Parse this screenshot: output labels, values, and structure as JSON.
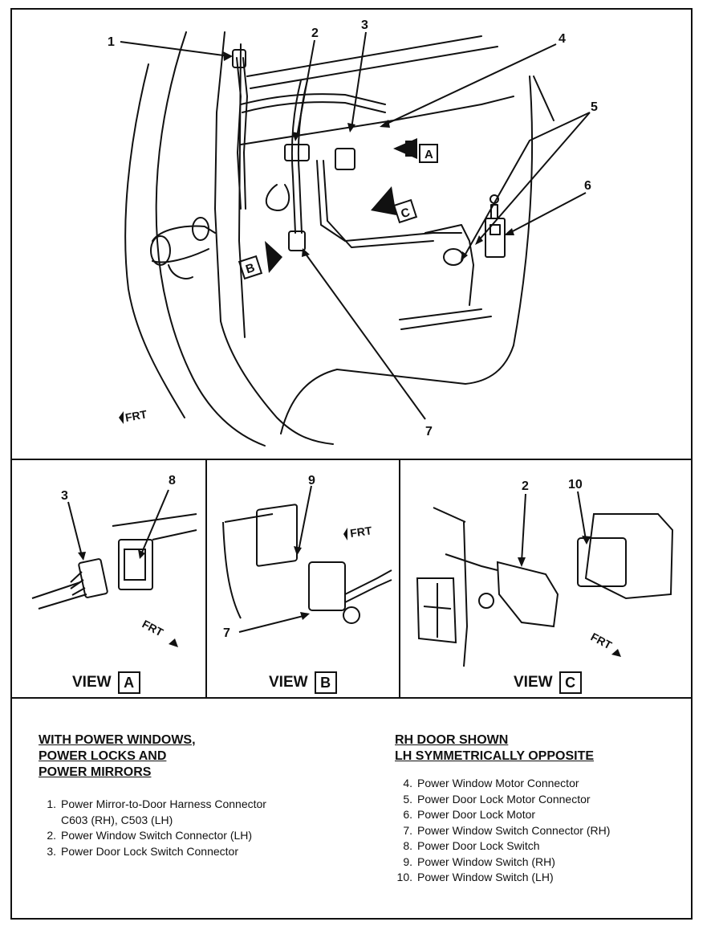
{
  "callouts": {
    "c1": "1",
    "c2": "2",
    "c3": "3",
    "c4": "4",
    "c5": "5",
    "c6": "6",
    "c7": "7",
    "c8": "8",
    "c9": "9",
    "c10": "10"
  },
  "view_markers": {
    "a": "A",
    "b": "B",
    "c": "C"
  },
  "frt": "FRT",
  "views": [
    {
      "word": "VIEW",
      "letter": "A"
    },
    {
      "word": "VIEW",
      "letter": "B"
    },
    {
      "word": "VIEW",
      "letter": "C"
    }
  ],
  "legend": {
    "left_heading": [
      "WITH POWER WINDOWS,",
      "POWER LOCKS AND",
      "POWER MIRRORS"
    ],
    "left_items": [
      {
        "num": "1.",
        "text": "Power Mirror-to-Door Harness Connector",
        "text2": "C603 (RH), C503 (LH)"
      },
      {
        "num": "2.",
        "text": "Power Window Switch Connector (LH)"
      },
      {
        "num": "3.",
        "text": "Power Door Lock Switch Connector"
      }
    ],
    "right_heading": [
      "RH DOOR SHOWN",
      "LH SYMMETRICALLY OPPOSITE"
    ],
    "right_items": [
      {
        "num": "4.",
        "text": "Power Window Motor Connector"
      },
      {
        "num": "5.",
        "text": "Power Door Lock Motor Connector"
      },
      {
        "num": "6.",
        "text": "Power Door Lock Motor"
      },
      {
        "num": "7.",
        "text": "Power Window Switch Connector (RH)"
      },
      {
        "num": "8.",
        "text": "Power Door Lock Switch"
      },
      {
        "num": "9.",
        "text": "Power Window Switch (RH)"
      },
      {
        "num": "10.",
        "text": "Power Window Switch (LH)"
      }
    ]
  }
}
